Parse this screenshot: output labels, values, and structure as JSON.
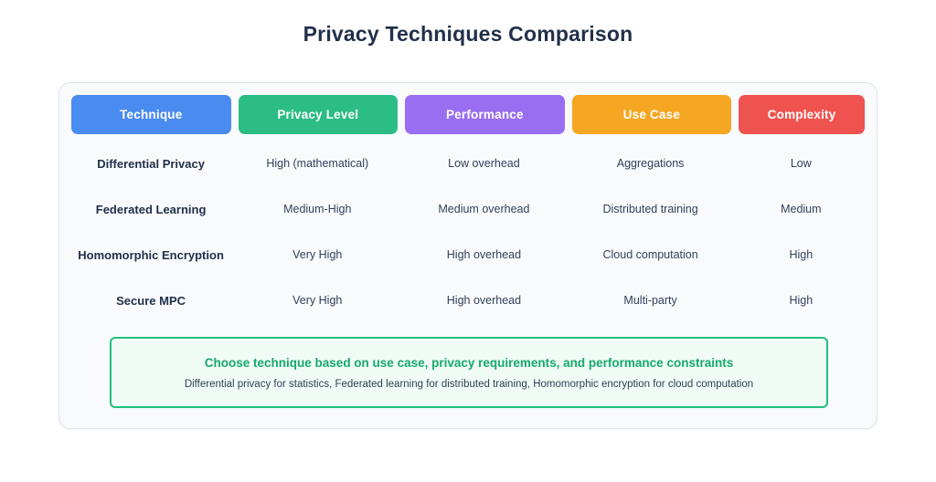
{
  "page": {
    "title": "Privacy Techniques Comparison"
  },
  "table": {
    "columns": [
      {
        "label": "Technique",
        "color": "#4a8bf0"
      },
      {
        "label": "Privacy Level",
        "color": "#2bbd85"
      },
      {
        "label": "Performance",
        "color": "#9a6ef0"
      },
      {
        "label": "Use Case",
        "color": "#f5a623"
      },
      {
        "label": "Complexity",
        "color": "#ef5350"
      }
    ],
    "rows": [
      [
        "Differential Privacy",
        "High (mathematical)",
        "Low overhead",
        "Aggregations",
        "Low"
      ],
      [
        "Federated Learning",
        "Medium-High",
        "Medium overhead",
        "Distributed training",
        "Medium"
      ],
      [
        "Homomorphic Encryption",
        "Very High",
        "High overhead",
        "Cloud computation",
        "High"
      ],
      [
        "Secure MPC",
        "Very High",
        "High overhead",
        "Multi-party",
        "High"
      ]
    ]
  },
  "callout": {
    "title": "Choose technique based on use case, privacy requirements, and performance constraints",
    "subtitle": "Differential privacy for statistics, Federated learning for distributed training, Homomorphic encryption for cloud computation"
  }
}
